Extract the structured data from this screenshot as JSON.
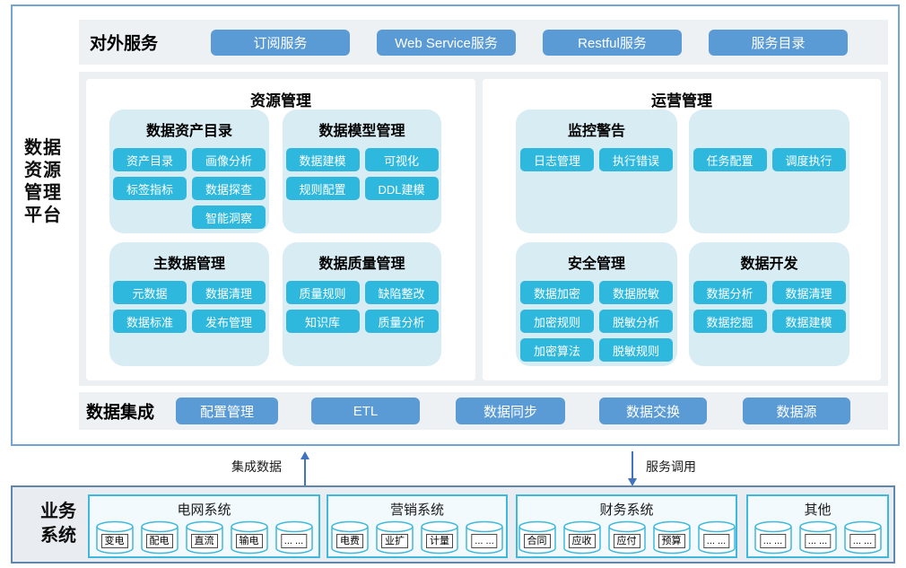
{
  "platform": {
    "title": "数据资源管理平台",
    "title_lines": [
      "数据",
      "资源",
      "管理",
      "平台"
    ]
  },
  "external_services": {
    "label": "对外服务",
    "buttons": [
      "订阅服务",
      "Web Service服务",
      "Restful服务",
      "服务目录"
    ]
  },
  "resource": {
    "title": "资源管理",
    "panels": [
      {
        "title": "数据资产目录",
        "rows": [
          [
            "资产目录",
            "画像分析"
          ],
          [
            "标签指标",
            "数据探查"
          ],
          [
            "",
            "智能洞察"
          ]
        ]
      },
      {
        "title": "数据模型管理",
        "rows": [
          [
            "数据建模",
            "可视化"
          ],
          [
            "规则配置",
            "DDL建模"
          ]
        ]
      },
      {
        "title": "主数据管理",
        "rows": [
          [
            "元数据",
            "数据清理"
          ],
          [
            "数据标准",
            "发布管理"
          ]
        ]
      },
      {
        "title": "数据质量管理",
        "rows": [
          [
            "质量规则",
            "缺陷整改"
          ],
          [
            "知识库",
            "质量分析"
          ]
        ]
      }
    ]
  },
  "operation": {
    "title": "运营管理",
    "panels": [
      {
        "title": "监控警告",
        "rows": [
          [
            "日志管理",
            "执行错误"
          ]
        ]
      },
      {
        "title": "",
        "rows": [
          [
            "任务配置",
            "调度执行"
          ]
        ]
      },
      {
        "title": "安全管理",
        "rows": [
          [
            "数据加密",
            "数据脱敏"
          ],
          [
            "加密规则",
            "脱敏分析"
          ],
          [
            "加密算法",
            "脱敏规则"
          ]
        ]
      },
      {
        "title": "数据开发",
        "rows": [
          [
            "数据分析",
            "数据清理"
          ],
          [
            "数据挖掘",
            "数据建模"
          ]
        ]
      }
    ]
  },
  "integration": {
    "label": "数据集成",
    "buttons": [
      "配置管理",
      "ETL",
      "数据同步",
      "数据交换",
      "数据源"
    ]
  },
  "flows": {
    "up_label": "集成数据",
    "down_label": "服务调用"
  },
  "business": {
    "label": "业务系统",
    "label_lines": [
      "业务",
      "系统"
    ],
    "groups": [
      {
        "title": "电网系统",
        "items": [
          "变电",
          "配电",
          "直流",
          "输电",
          "... ..."
        ]
      },
      {
        "title": "营销系统",
        "items": [
          "电费",
          "业扩",
          "计量",
          "... ..."
        ]
      },
      {
        "title": "财务系统",
        "items": [
          "合同",
          "应收",
          "应付",
          "预算",
          "... ..."
        ]
      },
      {
        "title": "其他",
        "items": [
          "... ...",
          "... ...",
          "... ..."
        ]
      }
    ]
  },
  "colors": {
    "chip_cyan": "#2eb8de",
    "button_blue": "#5b9bd5",
    "sub_panel_blue": "#d8ecf4",
    "outer_border_blue": "#74a3d4",
    "group_border_cyan": "#3db9de",
    "business_border": "#5f86ad",
    "arrow_blue": "#4173c0",
    "band_gray": "#edf1f4"
  }
}
